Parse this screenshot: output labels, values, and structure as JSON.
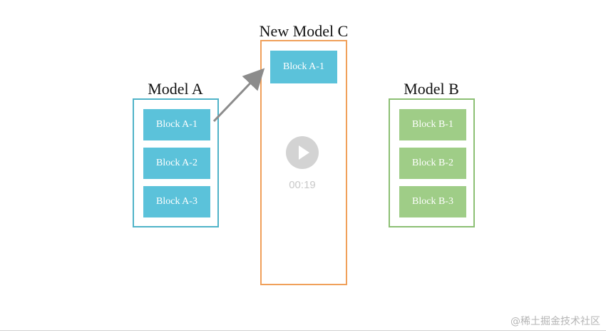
{
  "models": {
    "model_a": {
      "label": "Model A",
      "border_color": "#4fb3c8",
      "block_color": "#5bc2da",
      "blocks": [
        "Block A-1",
        "Block A-2",
        "Block A-3"
      ]
    },
    "model_c": {
      "label": "New Model C",
      "border_color": "#f0a05a",
      "block_color": "#5bc2da",
      "blocks": [
        "Block A-1"
      ]
    },
    "model_b": {
      "label": "Model B",
      "border_color": "#8cbf73",
      "block_color": "#9fcd87",
      "blocks": [
        "Block B-1",
        "Block B-2",
        "Block B-3"
      ]
    }
  },
  "arrow": {
    "from": "Block A-1",
    "to": "Block A-1",
    "color": "#8c8c8c"
  },
  "video": {
    "icon": "play-icon",
    "time": "00:19"
  },
  "watermark": "@稀土掘金技术社区"
}
